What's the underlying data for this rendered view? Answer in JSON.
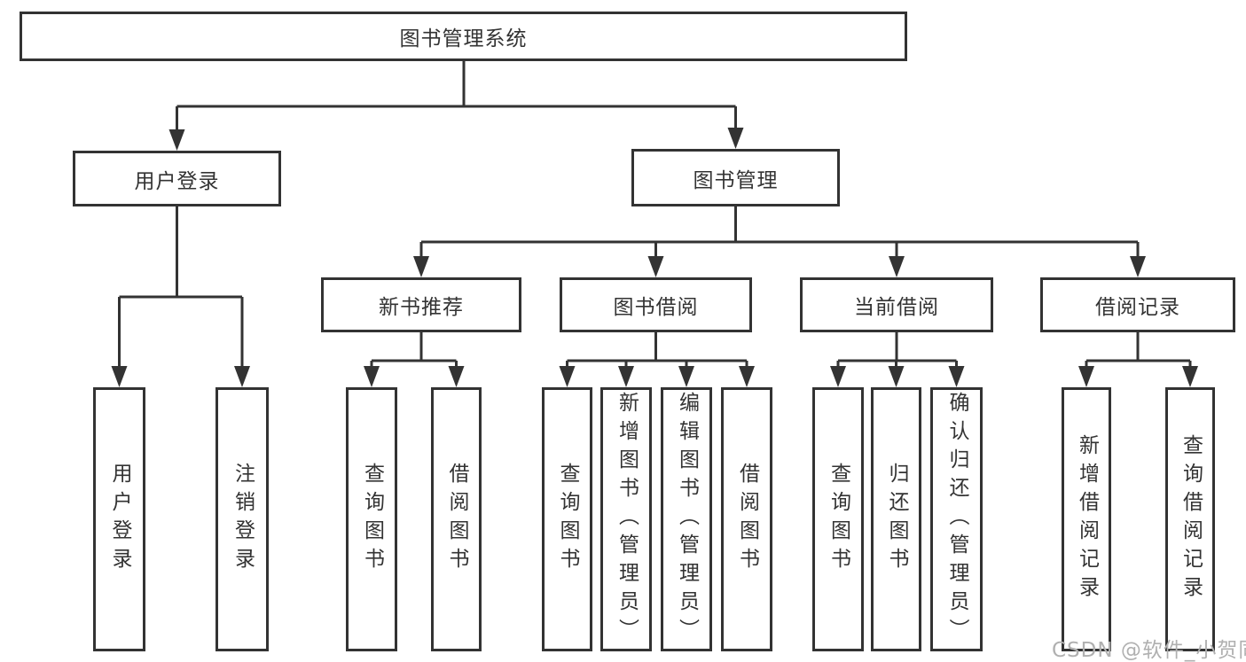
{
  "diagram": {
    "title": "图书管理系统",
    "level2": {
      "user_login": "用户登录",
      "book_mgmt": "图书管理"
    },
    "level3": {
      "new_books": "新书推荐",
      "borrowing": "图书借阅",
      "current": "当前借阅",
      "records": "借阅记录"
    },
    "leaves": {
      "user_login": [
        "用户登录",
        "注销登录"
      ],
      "new_books": [
        "查询图书",
        "借阅图书"
      ],
      "borrowing": [
        "查询图书",
        "新增图书（管理员）",
        "编辑图书（管理员）",
        "借阅图书"
      ],
      "current": [
        "查询图书",
        "归还图书",
        "确认归还（管理员）"
      ],
      "records": [
        "新增借阅记录",
        "查询借阅记录"
      ]
    }
  },
  "watermark": "CSDN @软件_小贺同学",
  "colors": {
    "line": "#333333",
    "text": "#333333",
    "watermark": "#b0b0b0",
    "background": "#ffffff"
  }
}
